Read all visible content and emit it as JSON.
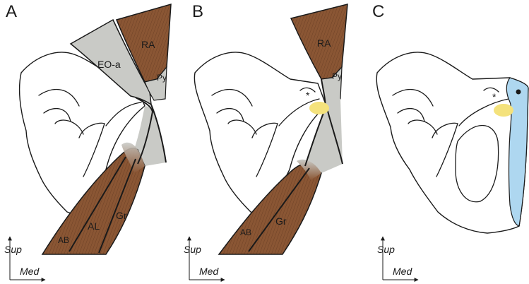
{
  "panels": [
    {
      "letter": "A",
      "labels": {
        "ra": "RA",
        "eoa": "EO-a",
        "py": "Py",
        "ab": "AB",
        "al": "AL",
        "gr": "Gr"
      },
      "axes": {
        "sup": "Sup",
        "med": "Med"
      }
    },
    {
      "letter": "B",
      "labels": {
        "ra": "RA",
        "py": "Py",
        "ab": "AB",
        "gr": "Gr",
        "asterisk": "*"
      },
      "axes": {
        "sup": "Sup",
        "med": "Med"
      }
    },
    {
      "letter": "C",
      "labels": {
        "asterisk": "*"
      },
      "axes": {
        "sup": "Sup",
        "med": "Med"
      }
    }
  ],
  "colors": {
    "muscle": "#8a5634",
    "muscle_dark": "#6e4126",
    "aponeurosis": "#c9cac6",
    "highlight_yellow": "#f4e27c",
    "highlight_blue": "#aed7f0",
    "outline": "#1a1a1a"
  }
}
